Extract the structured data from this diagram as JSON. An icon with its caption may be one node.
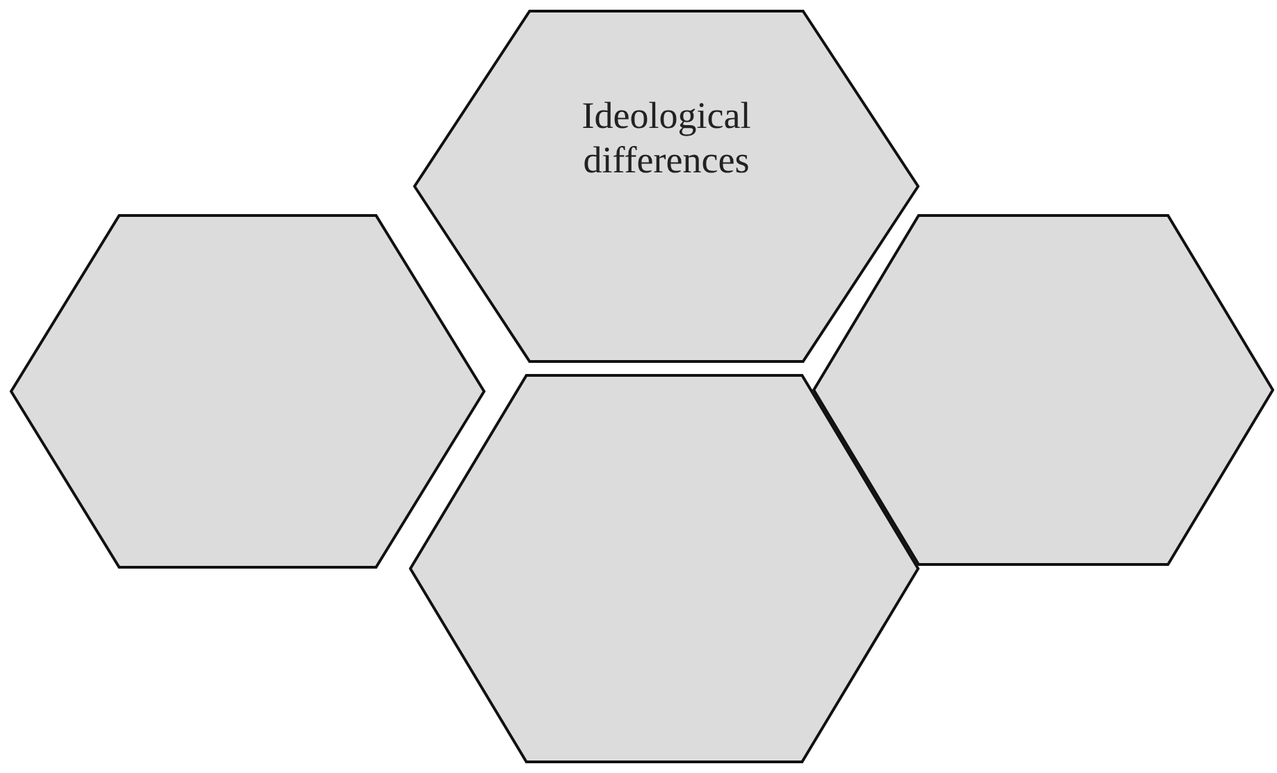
{
  "diagram": {
    "nodes": [
      {
        "text": [
          "Ideological differences"
        ]
      },
      {
        "text": [],
        "shape": "hexagon"
      },
      {
        "text": [],
        "shape": "hexagon"
      },
      {
        "text": [],
        "shape": "hexagon"
      }
    ]
  }
}
